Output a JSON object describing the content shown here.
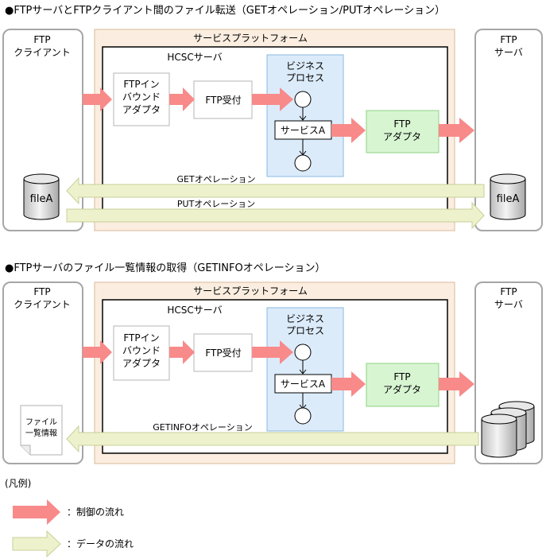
{
  "section1": {
    "title": "●FTPサーバとFTPクライアント間のファイル転送（GETオペレーション/PUTオペレーション）",
    "client_l1": "FTP",
    "client_l2": "クライアント",
    "server_l1": "FTP",
    "server_l2": "サーバ",
    "platform": "サービスプラットフォーム",
    "hcsc": "HCSCサーバ",
    "inbound_l1": "FTPイン",
    "inbound_l2": "バウンド",
    "inbound_l3": "アダプタ",
    "reception": "FTP受付",
    "bp_l1": "ビジネス",
    "bp_l2": "プロセス",
    "service": "サービスA",
    "adapter_l1": "FTP",
    "adapter_l2": "アダプタ",
    "client_file": "fileA",
    "server_file": "fileA",
    "op_get": "GETオペレーション",
    "op_put": "PUTオペレーション"
  },
  "section2": {
    "title": "●FTPサーバのファイル一覧情報の取得（GETINFOオペレーション）",
    "client_l1": "FTP",
    "client_l2": "クライアント",
    "server_l1": "FTP",
    "server_l2": "サーバ",
    "platform": "サービスプラットフォーム",
    "hcsc": "HCSCサーバ",
    "inbound_l1": "FTPイン",
    "inbound_l2": "バウンド",
    "inbound_l3": "アダプタ",
    "reception": "FTP受付",
    "bp_l1": "ビジネス",
    "bp_l2": "プロセス",
    "service": "サービスA",
    "adapter_l1": "FTP",
    "adapter_l2": "アダプタ",
    "doc_l1": "ファイル",
    "doc_l2": "一覧情報",
    "op_getinfo": "GETINFOオペレーション"
  },
  "legend": {
    "title": "(凡例)",
    "control": "：制御の流れ",
    "data": "：データの流れ"
  },
  "colors": {
    "control_arrow": "#f88a8a",
    "data_arrow": "#eef2cc",
    "platform_bg": "#fbeee0",
    "process_bg": "#dcebfa",
    "adapter_bg": "#d8f5d2"
  }
}
